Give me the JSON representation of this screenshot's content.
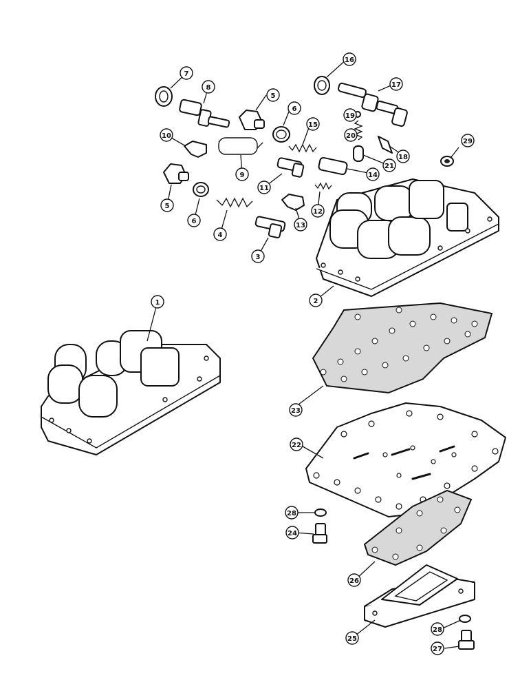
{
  "callouts": [
    {
      "id": "c1",
      "label": "1"
    },
    {
      "id": "c2",
      "label": "2"
    },
    {
      "id": "c3",
      "label": "3"
    },
    {
      "id": "c4",
      "label": "4"
    },
    {
      "id": "c5a",
      "label": "5"
    },
    {
      "id": "c5b",
      "label": "5"
    },
    {
      "id": "c6a",
      "label": "6"
    },
    {
      "id": "c6b",
      "label": "6"
    },
    {
      "id": "c7",
      "label": "7"
    },
    {
      "id": "c8",
      "label": "8"
    },
    {
      "id": "c9",
      "label": "9"
    },
    {
      "id": "c10",
      "label": "10"
    },
    {
      "id": "c11",
      "label": "11"
    },
    {
      "id": "c12",
      "label": "12"
    },
    {
      "id": "c13",
      "label": "13"
    },
    {
      "id": "c14",
      "label": "14"
    },
    {
      "id": "c15",
      "label": "15"
    },
    {
      "id": "c16",
      "label": "16"
    },
    {
      "id": "c17",
      "label": "17"
    },
    {
      "id": "c18",
      "label": "18"
    },
    {
      "id": "c19",
      "label": "19"
    },
    {
      "id": "c20",
      "label": "20"
    },
    {
      "id": "c21",
      "label": "21"
    },
    {
      "id": "c22",
      "label": "22"
    },
    {
      "id": "c23",
      "label": "23"
    },
    {
      "id": "c24",
      "label": "24"
    },
    {
      "id": "c25",
      "label": "25"
    },
    {
      "id": "c26",
      "label": "26"
    },
    {
      "id": "c27",
      "label": "27"
    },
    {
      "id": "c28a",
      "label": "28"
    },
    {
      "id": "c28b",
      "label": "28"
    },
    {
      "id": "c29",
      "label": "29"
    }
  ]
}
